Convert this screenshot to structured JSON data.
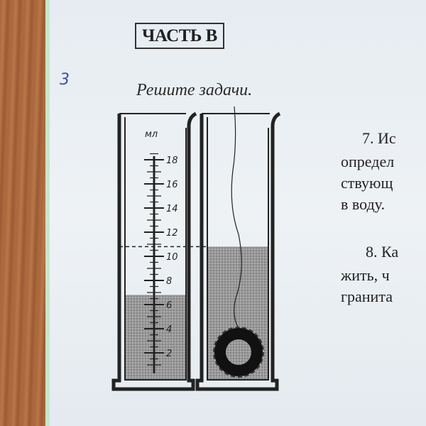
{
  "pen_mark": "3",
  "section_title": "ЧАСТЬ В",
  "instruction": "Решите задачи.",
  "figure": {
    "unit_label": "мл",
    "scale_labels": [
      "2",
      "4",
      "6",
      "8",
      "10",
      "12",
      "14",
      "16",
      "18"
    ],
    "left_water_level_ml": 6.8,
    "right_water_level_ml": 10.8
  },
  "problems": [
    {
      "lines": [
        "7.  Ис",
        "определ",
        "ствующ",
        "в воду."
      ]
    },
    {
      "lines": [
        "8. Ка",
        "жить, ч",
        "гранита"
      ]
    }
  ],
  "colors": {
    "ink": "#222222",
    "pen": "#3a4fb0",
    "paper": "#e9eef2"
  }
}
